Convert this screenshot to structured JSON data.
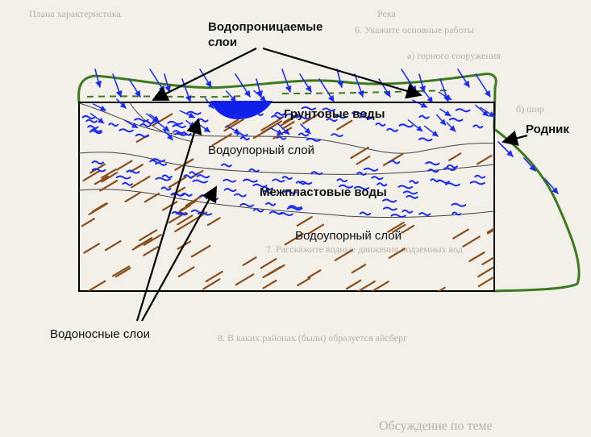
{
  "labels": {
    "permeable_layers": "Водопроницаемые\nслои",
    "permeable_line1": "Водопроницаемые",
    "permeable_line2": "слои",
    "groundwater": "Грунтовые воды",
    "spring": "Родник",
    "aquiclude_upper": "Водоупорный слой",
    "interstratal_waters": "Межпластовые воды",
    "aquiclude_lower": "Водоупорный слой",
    "aquifers": "Водоносные слои"
  },
  "background_text": {
    "header_left": "Плана характеристика",
    "header_right": "Река",
    "line1": "6. Укажите основные работы",
    "line2": "а) горного сооружения",
    "line3": "б) шир",
    "line4": "7. Расскажите водные движения подземных вод",
    "line5": "8. В каких районах (были) образуется айсберг",
    "line6": "Обсуждение по теме"
  },
  "colors": {
    "water_blue": "#1a2cf0",
    "lake_blue": "#1020e8",
    "rock_brown": "#8a4e1c",
    "surface_green": "#3b7a1e",
    "frame": "#000000",
    "background": "#f3efe9"
  }
}
